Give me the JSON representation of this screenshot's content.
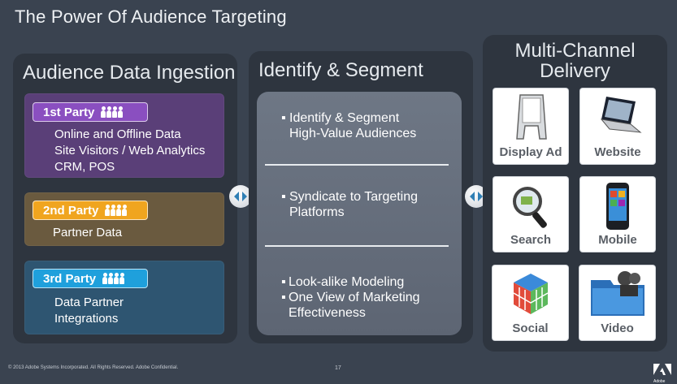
{
  "slide": {
    "title": "The Power Of Audience Targeting",
    "footer": "© 2013 Adobe Systems Incorporated.  All Rights Reserved.  Adobe Confidential.",
    "page_number": "17",
    "logo_text": "Adobe"
  },
  "ingestion": {
    "title": "Audience Data Ingestion",
    "parties": [
      {
        "label": "1st Party",
        "lines": [
          "Online and Offline Data",
          "Site Visitors / Web Analytics",
          "CRM, POS"
        ],
        "color": "#8a4fc0",
        "bg": "#5a3f78"
      },
      {
        "label": "2nd Party",
        "lines": [
          "Partner Data"
        ],
        "color": "#f0a51f",
        "bg": "#6a5a3f"
      },
      {
        "label": "3rd Party",
        "lines": [
          "Data Partner",
          "Integrations"
        ],
        "color": "#1fa0dc",
        "bg": "#2e5571"
      }
    ]
  },
  "segment": {
    "title": "Identify & Segment",
    "groups": [
      {
        "bullets": [
          "Identify & Segment\nHigh-Value Audiences"
        ]
      },
      {
        "bullets": [
          "Syndicate to Targeting\nPlatforms"
        ]
      },
      {
        "bullets": [
          "Look-alike Modeling",
          "One View of Marketing\nEffectiveness"
        ]
      }
    ]
  },
  "delivery": {
    "title_line1": "Multi-Channel",
    "title_line2": "Delivery",
    "tiles": [
      {
        "label": "Display Ad",
        "icon": "billboard-icon"
      },
      {
        "label": "Website",
        "icon": "laptop-icon"
      },
      {
        "label": "Search",
        "icon": "magnifier-icon"
      },
      {
        "label": "Mobile",
        "icon": "phone-icon"
      },
      {
        "label": "Social",
        "icon": "cube-icon"
      },
      {
        "label": "Video",
        "icon": "film-folder-icon"
      }
    ]
  }
}
